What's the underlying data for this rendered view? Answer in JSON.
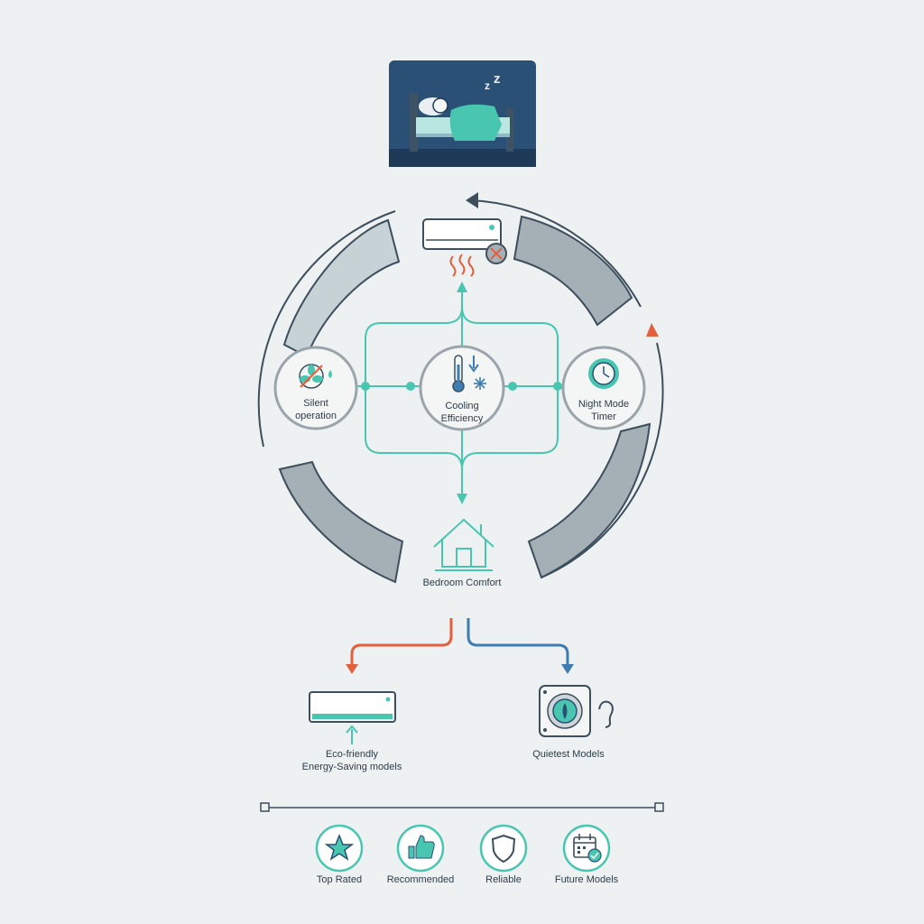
{
  "nodes": {
    "left": {
      "line1": "Silent",
      "line2": "operation"
    },
    "center": {
      "line1": "Cooling",
      "line2": "Efficiency"
    },
    "right": {
      "line1": "Night Mode",
      "line2": "Timer"
    },
    "bottom": {
      "label": "Bedroom Comfort"
    }
  },
  "outcomes": {
    "eco": {
      "line1": "Eco-friendly",
      "line2": "Energy-Saving models"
    },
    "quiet": {
      "label": "Quietest Models"
    }
  },
  "badges": [
    {
      "label": "Top Rated",
      "icon": "star-icon"
    },
    {
      "label": "Recommended",
      "icon": "thumbs-up-icon"
    },
    {
      "label": "Reliable",
      "icon": "shield-icon"
    },
    {
      "label": "Future Models",
      "icon": "calendar-check-icon"
    }
  ],
  "colors": {
    "teal": "#48c6b0",
    "orange": "#e2603e",
    "blue": "#3f7cb0",
    "dark": "#2d3c48",
    "gray": "#a5afb6",
    "navy": "#2a5175"
  }
}
